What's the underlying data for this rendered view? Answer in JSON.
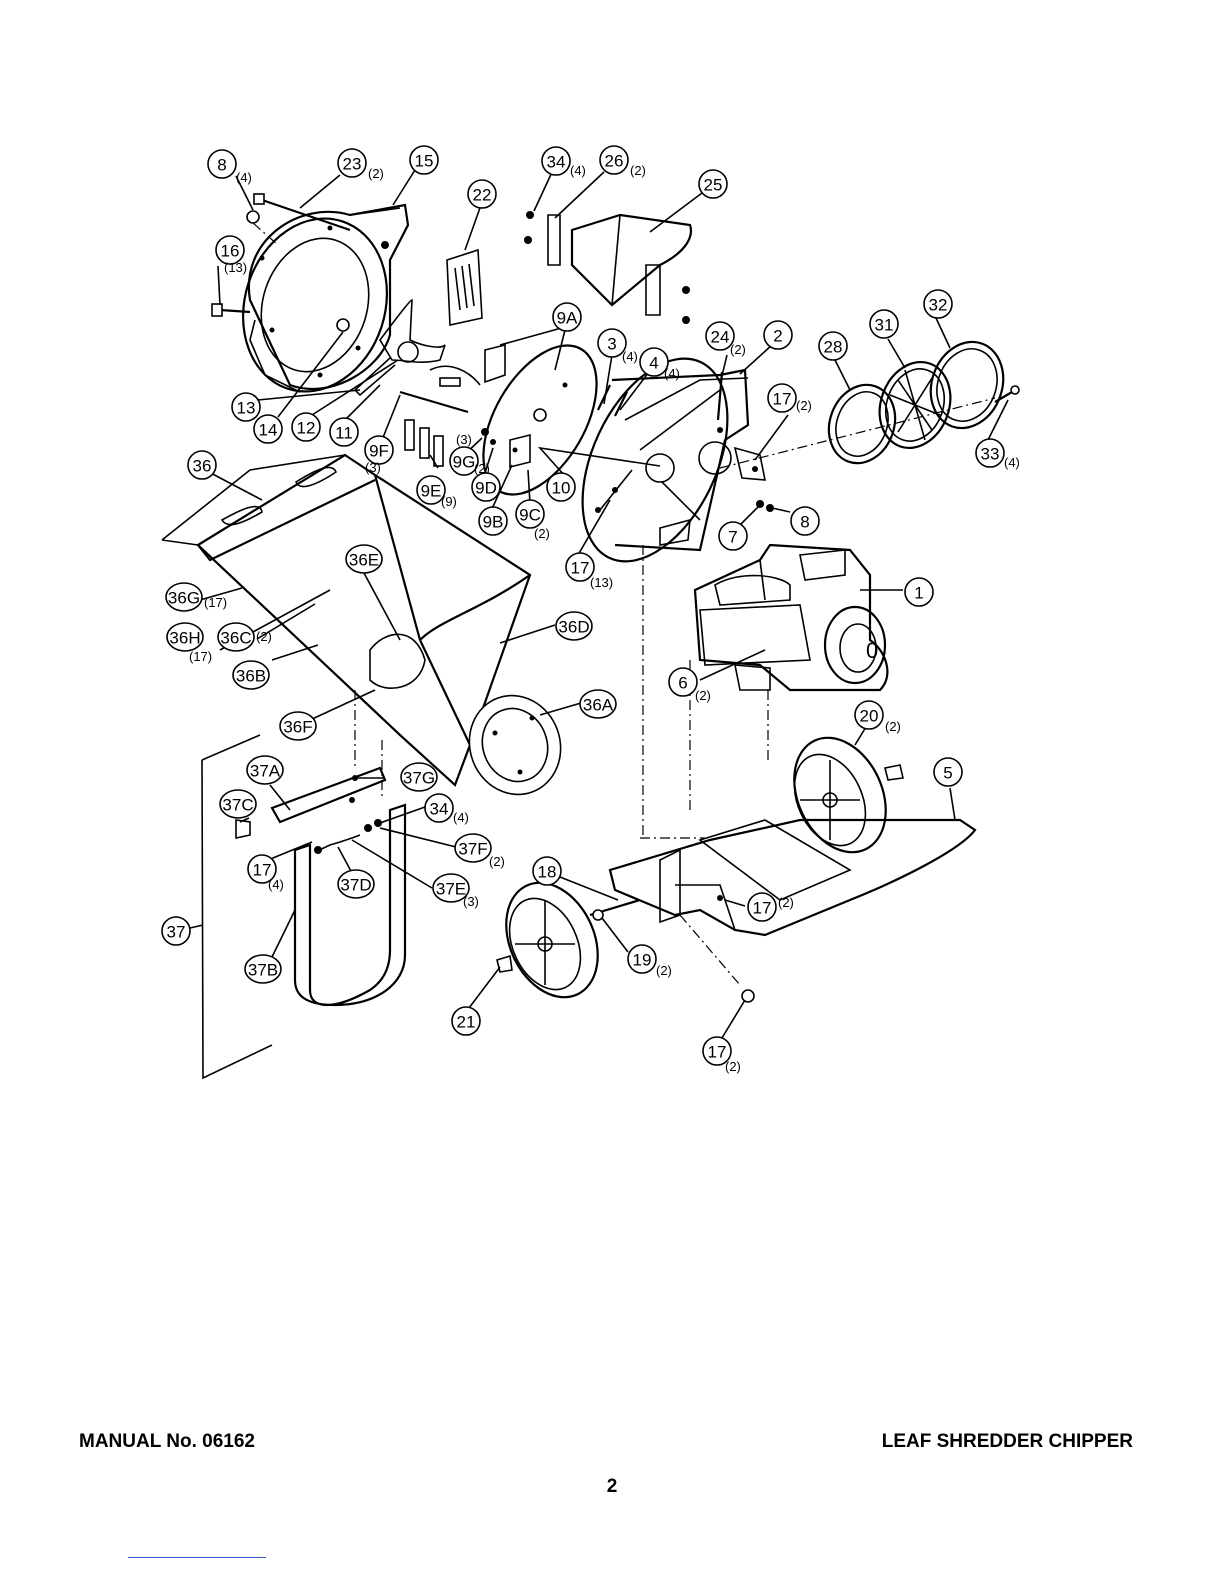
{
  "footer": {
    "manual": "MANUAL No. 06162",
    "title": "LEAF SHREDDER CHIPPER",
    "page": "2"
  },
  "callouts": [
    {
      "id": "c8a",
      "label": "8",
      "qty": "(4)"
    },
    {
      "id": "c23",
      "label": "23",
      "qty": "(2)"
    },
    {
      "id": "c15",
      "label": "15",
      "qty": ""
    },
    {
      "id": "c16",
      "label": "16",
      "qty": "(13)"
    },
    {
      "id": "c22",
      "label": "22",
      "qty": ""
    },
    {
      "id": "c34a",
      "label": "34",
      "qty": "(4)"
    },
    {
      "id": "c26",
      "label": "26",
      "qty": "(2)"
    },
    {
      "id": "c25",
      "label": "25",
      "qty": ""
    },
    {
      "id": "c9A",
      "label": "9A",
      "qty": ""
    },
    {
      "id": "c3",
      "label": "3",
      "qty": "(4)"
    },
    {
      "id": "c4",
      "label": "4",
      "qty": "(4)"
    },
    {
      "id": "c24",
      "label": "24",
      "qty": "(2)"
    },
    {
      "id": "c2",
      "label": "2",
      "qty": ""
    },
    {
      "id": "c28",
      "label": "28",
      "qty": ""
    },
    {
      "id": "c31",
      "label": "31",
      "qty": ""
    },
    {
      "id": "c32",
      "label": "32",
      "qty": ""
    },
    {
      "id": "c13",
      "label": "13",
      "qty": ""
    },
    {
      "id": "c14",
      "label": "14",
      "qty": ""
    },
    {
      "id": "c12",
      "label": "12",
      "qty": ""
    },
    {
      "id": "c11",
      "label": "11",
      "qty": ""
    },
    {
      "id": "c9F",
      "label": "9F",
      "qty": "(3)"
    },
    {
      "id": "c9G",
      "label": "9G",
      "qty": "(2)"
    },
    {
      "id": "c9Gq",
      "label": "",
      "qty": "(3)"
    },
    {
      "id": "c9E",
      "label": "9E",
      "qty": "(9)"
    },
    {
      "id": "c9D",
      "label": "9D",
      "qty": ""
    },
    {
      "id": "c9B",
      "label": "9B",
      "qty": ""
    },
    {
      "id": "c9C",
      "label": "9C",
      "qty": "(2)"
    },
    {
      "id": "c10",
      "label": "10",
      "qty": ""
    },
    {
      "id": "c17a",
      "label": "17",
      "qty": "(2)"
    },
    {
      "id": "c33",
      "label": "33",
      "qty": "(4)"
    },
    {
      "id": "c7",
      "label": "7",
      "qty": ""
    },
    {
      "id": "c8b",
      "label": "8",
      "qty": ""
    },
    {
      "id": "c36",
      "label": "36",
      "qty": ""
    },
    {
      "id": "c17b",
      "label": "17",
      "qty": "(13)"
    },
    {
      "id": "c1",
      "label": "1",
      "qty": ""
    },
    {
      "id": "c36E",
      "label": "36E",
      "qty": ""
    },
    {
      "id": "c36G",
      "label": "36G",
      "qty": "(17)"
    },
    {
      "id": "c36H",
      "label": "36H",
      "qty": "(17)"
    },
    {
      "id": "c36C",
      "label": "36C",
      "qty": "(2)"
    },
    {
      "id": "c36D",
      "label": "36D",
      "qty": ""
    },
    {
      "id": "c36B",
      "label": "36B",
      "qty": ""
    },
    {
      "id": "c6",
      "label": "6",
      "qty": "(2)"
    },
    {
      "id": "c36A",
      "label": "36A",
      "qty": ""
    },
    {
      "id": "c36F",
      "label": "36F",
      "qty": ""
    },
    {
      "id": "c20",
      "label": "20",
      "qty": "(2)"
    },
    {
      "id": "c37A",
      "label": "37A",
      "qty": ""
    },
    {
      "id": "c37G",
      "label": "37G",
      "qty": ""
    },
    {
      "id": "c5",
      "label": "5",
      "qty": ""
    },
    {
      "id": "c37C",
      "label": "37C",
      "qty": ""
    },
    {
      "id": "c34b",
      "label": "34",
      "qty": "(4)"
    },
    {
      "id": "c37F",
      "label": "37F",
      "qty": "(2)"
    },
    {
      "id": "c17c",
      "label": "17",
      "qty": "(4)"
    },
    {
      "id": "c37D",
      "label": "37D",
      "qty": ""
    },
    {
      "id": "c37E",
      "label": "37E",
      "qty": "(3)"
    },
    {
      "id": "c18",
      "label": "18",
      "qty": ""
    },
    {
      "id": "c17d",
      "label": "17",
      "qty": "(2)"
    },
    {
      "id": "c37",
      "label": "37",
      "qty": ""
    },
    {
      "id": "c37B",
      "label": "37B",
      "qty": ""
    },
    {
      "id": "c19",
      "label": "19",
      "qty": "(2)"
    },
    {
      "id": "c21",
      "label": "21",
      "qty": ""
    },
    {
      "id": "c17e",
      "label": "17",
      "qty": "(2)"
    }
  ]
}
